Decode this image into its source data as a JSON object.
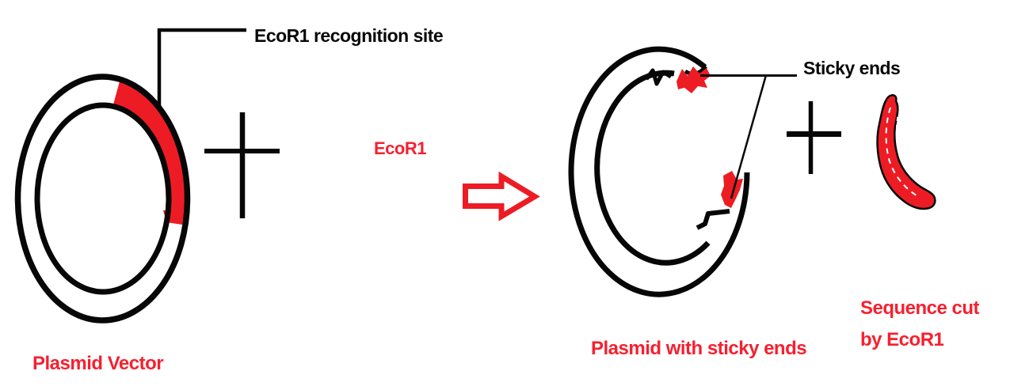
{
  "colors": {
    "shape_red": "#ed1c24",
    "text_red": "#f6202f",
    "black": "#070707",
    "background": "#ffffff"
  },
  "figure": {
    "reactants": {
      "plasmid": {
        "label": "Plasmid Vector",
        "callout": "EcoR1 recognition site"
      },
      "operator": "+",
      "enzyme": {
        "label": "EcoR1"
      }
    },
    "arrow_icon": "right-block-arrow",
    "products": {
      "plasmid": {
        "label": "Plasmid with sticky ends",
        "callout": "Sticky ends"
      },
      "operator": "+",
      "fragment": {
        "label_line1": "Sequence cut",
        "label_line2": "by EcoR1"
      }
    }
  }
}
